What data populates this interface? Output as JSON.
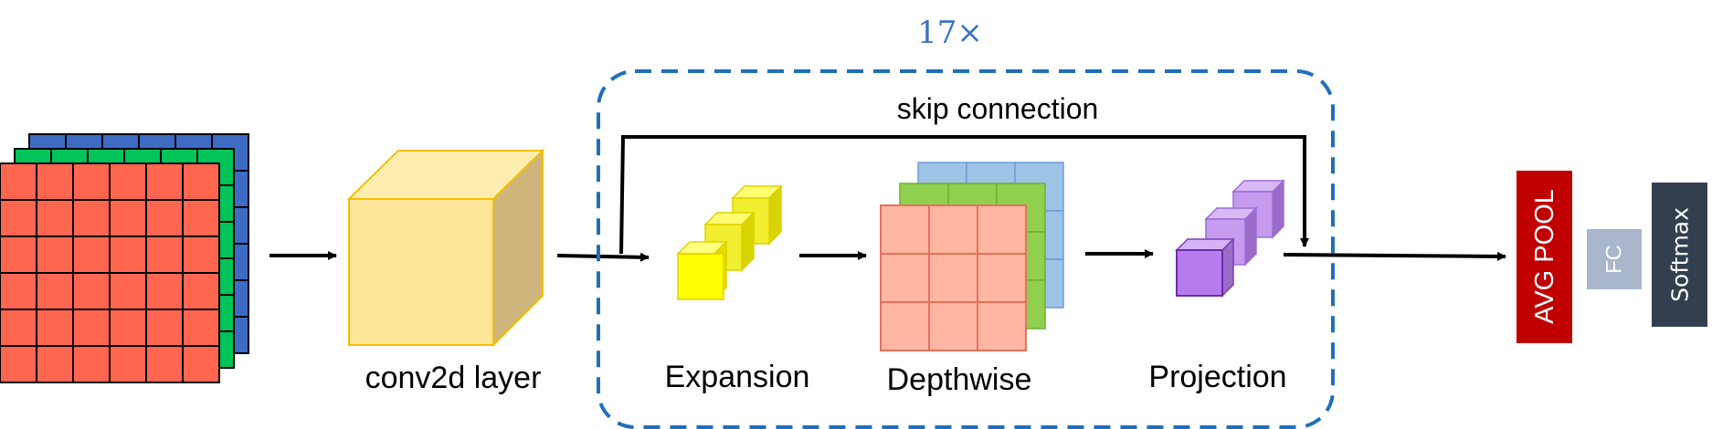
{
  "repeat": {
    "label": "17×"
  },
  "labels": {
    "skip": "skip connection",
    "conv": "conv2d layer",
    "expansion": "Expansion",
    "depthwise": "Depthwise",
    "projection": "Projection"
  },
  "head": {
    "avgpool": "AVG POOL",
    "fc": "FC",
    "softmax": "Softmax"
  },
  "colors": {
    "input_red": "#FF6650",
    "input_green": "#00C458",
    "input_blue": "#3E6BC4",
    "conv_front": "#FFE598",
    "conv_top": "#FFEEB0",
    "conv_side": "#CDB57C",
    "conv_edge": "#F5C000",
    "expansion": "#FFFF00",
    "depth_red": "#FFB6A2",
    "depth_green": "#8FD14F",
    "depth_blue": "#9DC3E6",
    "projection": "#B57BEF",
    "repeat_box": "#1F6FBA",
    "avgpool": "#C00000",
    "fc": "#A9B6CC",
    "softmax": "#333F4F"
  }
}
